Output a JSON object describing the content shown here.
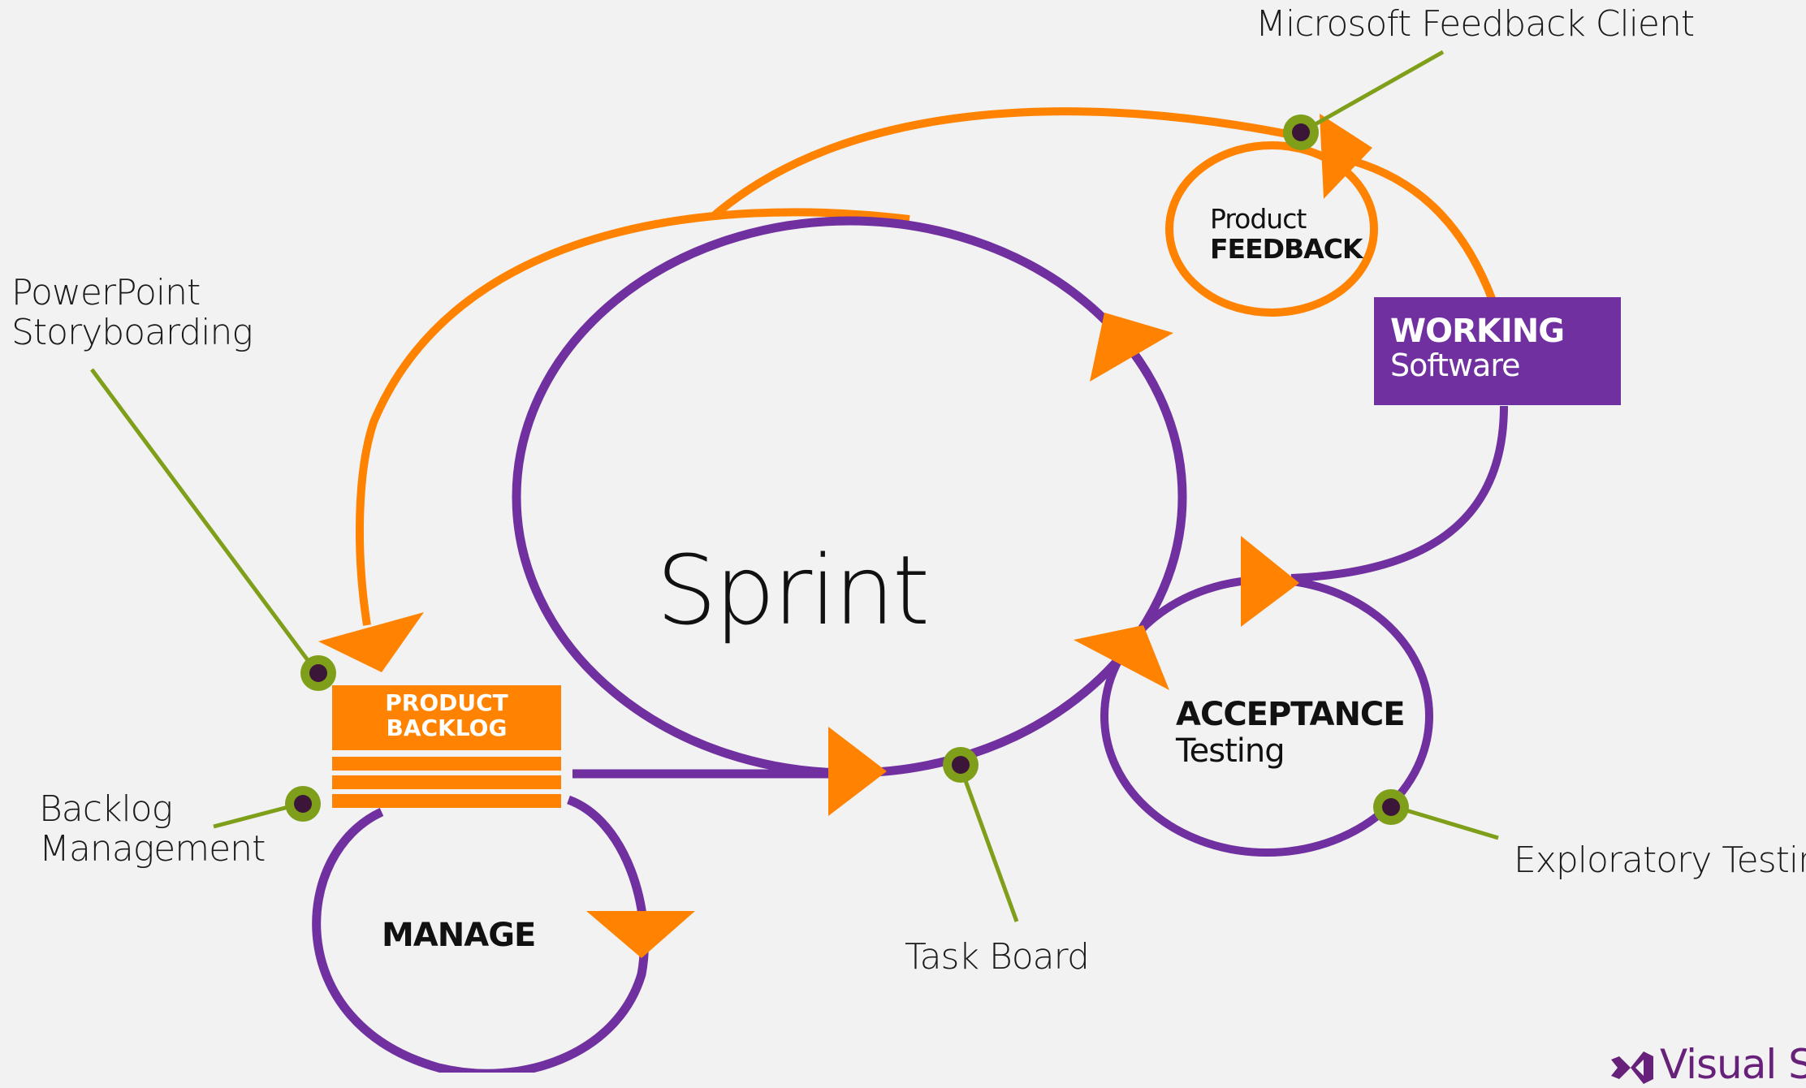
{
  "diagram": {
    "center": {
      "title": "Sprint"
    },
    "nodes": {
      "product_backlog": {
        "line1": "PRODUCT",
        "line2": "BACKLOG"
      },
      "manage": {
        "label": "MANAGE"
      },
      "acceptance": {
        "line1": "ACCEPTANCE",
        "line2": "Testing"
      },
      "working": {
        "line1": "WORKING",
        "line2": "Software"
      },
      "feedback": {
        "line1": "Product",
        "line2": "FEEDBACK"
      }
    },
    "callouts": {
      "powerpoint": {
        "line1": "PowerPoint",
        "line2": "Storyboarding"
      },
      "backlog_mgmt": {
        "line1": "Backlog",
        "line2": "Management"
      },
      "task_board": {
        "label": "Task Board"
      },
      "exploratory": {
        "label": "Exploratory Testing"
      },
      "feedback_client": {
        "label": "Microsoft Feedback Client"
      }
    },
    "colors": {
      "purple": "#7030a0",
      "orange": "#ff8300",
      "green": "#7f9f1a",
      "dot": "#3b1638"
    }
  },
  "logo": {
    "text": "Visual St",
    "icon": "visual-studio-icon"
  }
}
